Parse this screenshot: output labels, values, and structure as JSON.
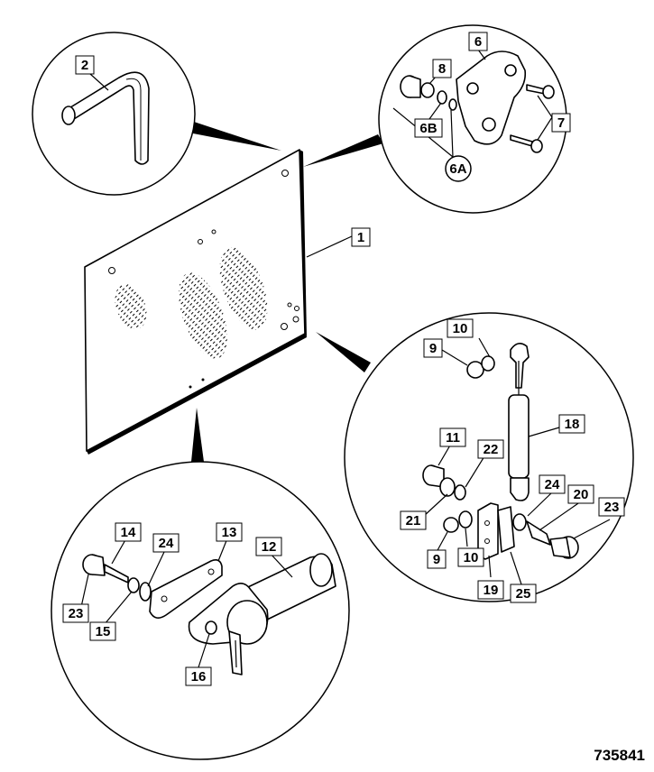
{
  "callouts": {
    "c1": "1",
    "c2": "2",
    "c6": "6",
    "c6a": "6A",
    "c6b": "6B",
    "c7": "7",
    "c8": "8",
    "c9a": "9",
    "c9b": "9",
    "c10a": "10",
    "c10b": "10",
    "c11": "11",
    "c12": "12",
    "c13": "13",
    "c14": "14",
    "c15": "15",
    "c16": "16",
    "c18": "18",
    "c19": "19",
    "c20": "20",
    "c21": "21",
    "c22": "22",
    "c23a": "23",
    "c23b": "23",
    "c24a": "24",
    "c24b": "24",
    "c25": "25"
  },
  "reference_number": "735841"
}
